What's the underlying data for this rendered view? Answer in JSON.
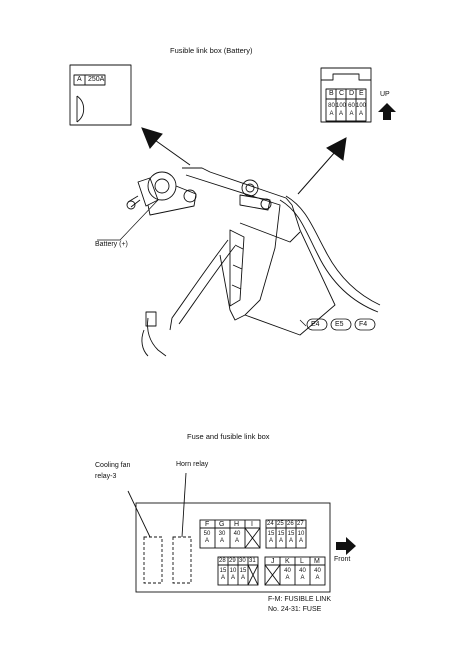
{
  "battery_section": {
    "title": "Fusible link box (Battery)",
    "battery_label": "Battery (+)",
    "fusible_link_A": {
      "letter": "A",
      "rating": "250A"
    },
    "link_letters": [
      "B",
      "C",
      "D",
      "E"
    ],
    "link_ratings": [
      "80 A",
      "100 A",
      "60 A",
      "100 A"
    ],
    "up_label": "UP",
    "connectors": [
      "E4",
      "E5",
      "F4"
    ]
  },
  "fuse_section": {
    "title": "Fuse and fusible link box",
    "cooling_fan_relay": [
      "Cooling fan",
      "relay-3"
    ],
    "horn_relay": "Horn relay",
    "front_label": "Front",
    "fusible_links_top": [
      {
        "letter": "F",
        "rating": "50 A"
      },
      {
        "letter": "G",
        "rating": "30 A"
      },
      {
        "letter": "H",
        "rating": "40 A"
      },
      {
        "letter": "I",
        "rating": ""
      }
    ],
    "fuses_top": [
      {
        "num": "24",
        "rating": "15 A"
      },
      {
        "num": "25",
        "rating": "15 A"
      },
      {
        "num": "26",
        "rating": "15 A"
      },
      {
        "num": "27",
        "rating": "10 A"
      }
    ],
    "fuses_bottom": [
      {
        "num": "28",
        "rating": "15 A"
      },
      {
        "num": "29",
        "rating": "10 A"
      },
      {
        "num": "30",
        "rating": "15 A"
      },
      {
        "num": "31",
        "rating": ""
      }
    ],
    "fusible_links_bottom": [
      {
        "letter": "J",
        "rating": ""
      },
      {
        "letter": "K",
        "rating": "40 A"
      },
      {
        "letter": "L",
        "rating": "40 A"
      },
      {
        "letter": "M",
        "rating": "40 A"
      }
    ],
    "legend": [
      "F-M: FUSIBLE LINK",
      "No. 24-31: FUSE"
    ]
  }
}
